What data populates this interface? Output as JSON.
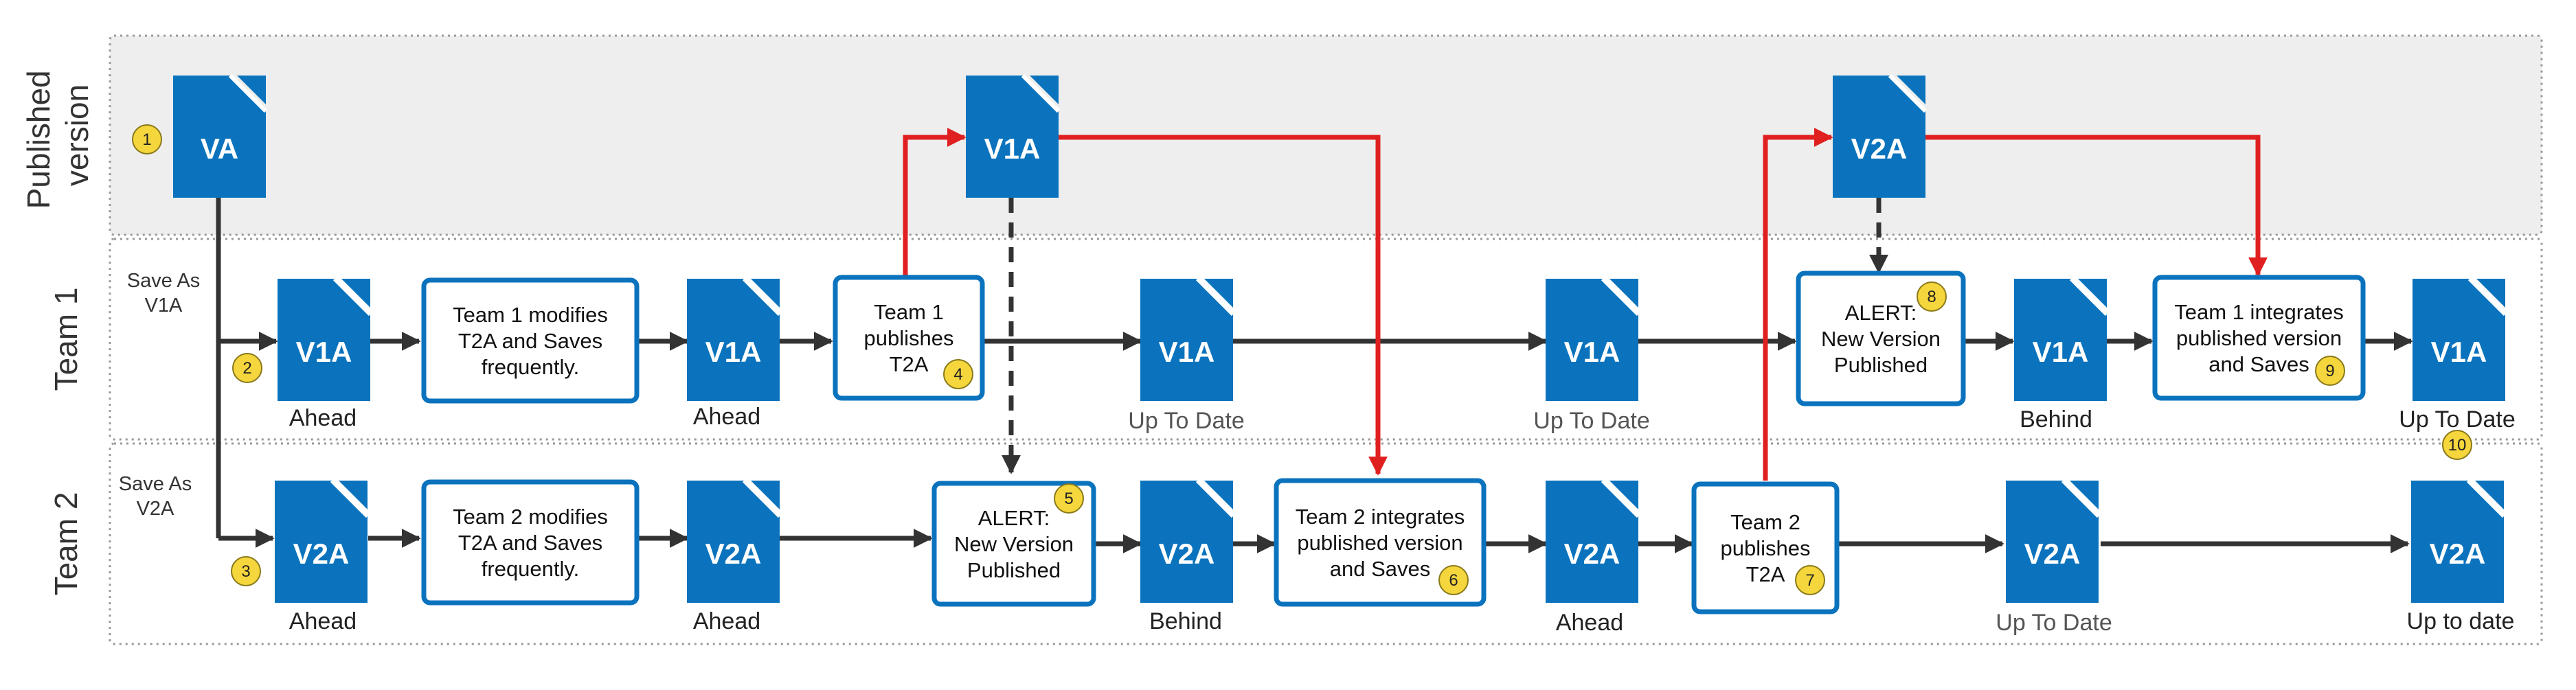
{
  "colors": {
    "doc_blue": "#0b73bd",
    "box_border": "#0b73bd",
    "arrow_dark": "#333333",
    "arrow_red": "#e02020",
    "badge_fill": "#f5d63d",
    "lane_shade": "#eeeeee"
  },
  "lanes": {
    "published": "Published version",
    "team1": "Team 1",
    "team2": "Team 2"
  },
  "docs": {
    "va": "VA",
    "v1a_pub": "V1A",
    "v2a_pub": "V2A",
    "t1_1": "V1A",
    "t1_2": "V1A",
    "t1_3": "V1A",
    "t1_4": "V1A",
    "t1_5": "V1A",
    "t1_6": "V1A",
    "t2_1": "V2A",
    "t2_2": "V2A",
    "t2_3": "V2A",
    "t2_4": "V2A",
    "t2_5": "V2A",
    "t2_6": "V2A"
  },
  "status": {
    "t1_1": "Ahead",
    "t1_2": "Ahead",
    "t1_3": "Up To Date",
    "t1_4": "Up To Date",
    "t1_5": "Behind",
    "t1_6": "Up To Date",
    "t2_1": "Ahead",
    "t2_2": "Ahead",
    "t2_3": "Behind",
    "t2_4": "Ahead",
    "t2_5": "Up To Date",
    "t2_6": "Up to date"
  },
  "side_notes": {
    "save_v1a": [
      "Save As",
      "V1A"
    ],
    "save_v2a": [
      "Save As",
      "V2A"
    ]
  },
  "boxes": {
    "t1_modify": [
      "Team 1 modifies",
      "T2A and Saves",
      "frequently."
    ],
    "t1_publish": [
      "Team 1",
      "publishes",
      "T2A"
    ],
    "t1_alert": [
      "ALERT:",
      "New Version",
      "Published"
    ],
    "t1_integrate": [
      "Team 1 integrates",
      "published version",
      "and Saves"
    ],
    "t2_modify": [
      "Team 2 modifies",
      "T2A and Saves",
      "frequently."
    ],
    "t2_alert": [
      "ALERT:",
      "New Version",
      "Published"
    ],
    "t2_integrate": [
      "Team 2 integrates",
      "published version",
      "and Saves"
    ],
    "t2_publish": [
      "Team 2",
      "publishes",
      "T2A"
    ]
  },
  "badges": [
    "1",
    "2",
    "3",
    "4",
    "5",
    "6",
    "7",
    "8",
    "9",
    "10"
  ]
}
